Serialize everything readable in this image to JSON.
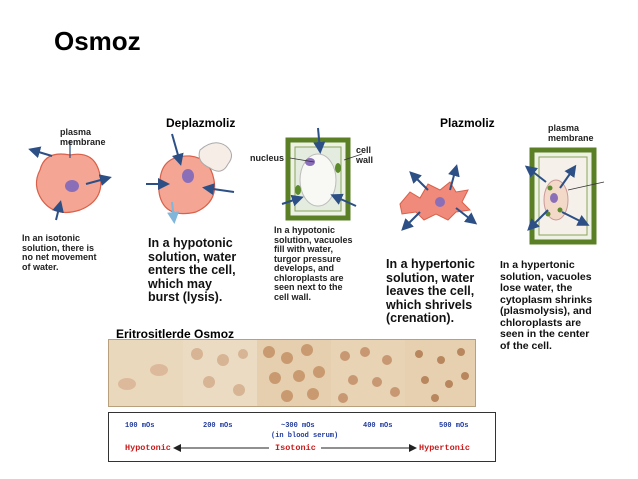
{
  "title": "Osmoz",
  "labels": {
    "deplazmoliz": "Deplazmoliz",
    "plazmoliz": "Plazmoliz",
    "eritrosit": "Eritrositlerde Osmoz"
  },
  "diagram": {
    "plasma_membrane_1": "plasma\nmembrane",
    "plasma_membrane_2": "plasma\nmembrane",
    "nucleus": "nucleus",
    "cell_wall": "cell\nwall",
    "isotonic_text": "In an isotonic\nsolution, there is\nno net movement\nof water.",
    "hypotonic_animal_text": "In a hypotonic\nsolution, water\nenters the cell,\nwhich may\nburst (lysis).",
    "hypotonic_plant_text": "In a hypotonic\nsolution, vacuoles\nfill with water,\nturgor pressure\ndevelops, and\nchloroplasts are\nseen next to the\ncell wall.",
    "hypertonic_animal_text": "In a hypertonic\nsolution, water\nleaves the cell,\nwhich shrivels\n(crenation).",
    "hypertonic_plant_text": "In a hypertonic\nsolution, vacuoles\nlose water, the\ncytoplasm shrinks\n(plasmolysis), and\nchloroplasts are\nseen in the center\nof the cell."
  },
  "scale": {
    "ticks": [
      "100 mOs",
      "200 mOs",
      "~300 mOs",
      "400 mOs",
      "500 mOs"
    ],
    "blood_serum": "(in blood serum)",
    "hypotonic": "Hypotonic",
    "isotonic": "Isotonic",
    "hypertonic": "Hypertonic"
  },
  "colors": {
    "cell_fill": "#f4a594",
    "cell_edge": "#d9604a",
    "nucleus": "#8a6fb8",
    "arrow": "#2c4f86",
    "wall": "#5a7f24",
    "scale_blue": "#1f3aa0",
    "scale_red": "#c81b1b"
  }
}
